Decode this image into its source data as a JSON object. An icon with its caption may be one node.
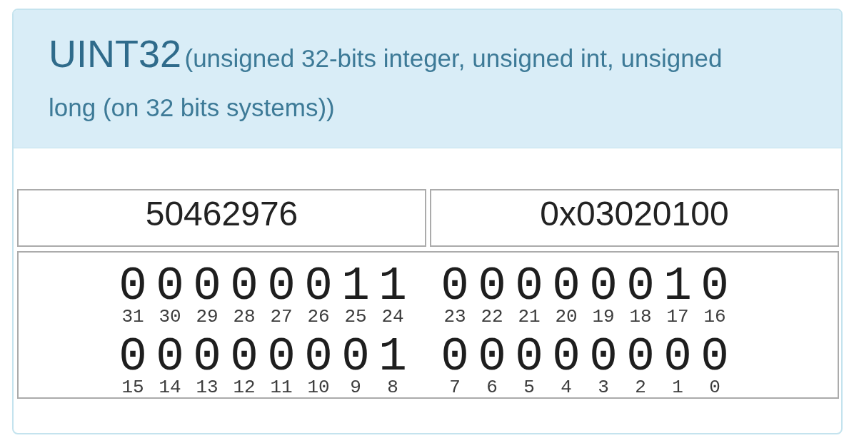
{
  "diagram": {
    "nodes": [
      {
        "text": [
          "UINT32",
          "(unsigned 32-bits integer, unsigned int, unsigned long (on 32 bits systems))"
        ]
      },
      {
        "text": [
          "50462976"
        ],
        "in": 0
      },
      {
        "text": [
          "0x03020100"
        ],
        "in": 0
      },
      {
        "text": [
          "0",
          "0",
          "0",
          "0",
          "0",
          "0",
          "1",
          "1",
          "0",
          "0",
          "0",
          "0",
          "0",
          "0",
          "1",
          "0",
          "31",
          "30",
          "29",
          "28",
          "27",
          "26",
          "25",
          "24",
          "23",
          "22",
          "21",
          "20",
          "19",
          "18",
          "17",
          "16",
          "0",
          "0",
          "0",
          "0",
          "0",
          "0",
          "0",
          "1",
          "0",
          "0",
          "0",
          "0",
          "0",
          "0",
          "0",
          "0",
          "15",
          "14",
          "13",
          "12",
          "11",
          "10",
          "9",
          "8",
          "7",
          "6",
          "5",
          "4",
          "3",
          "2",
          "1",
          "0"
        ],
        "in": 0
      }
    ],
    "edges": []
  }
}
